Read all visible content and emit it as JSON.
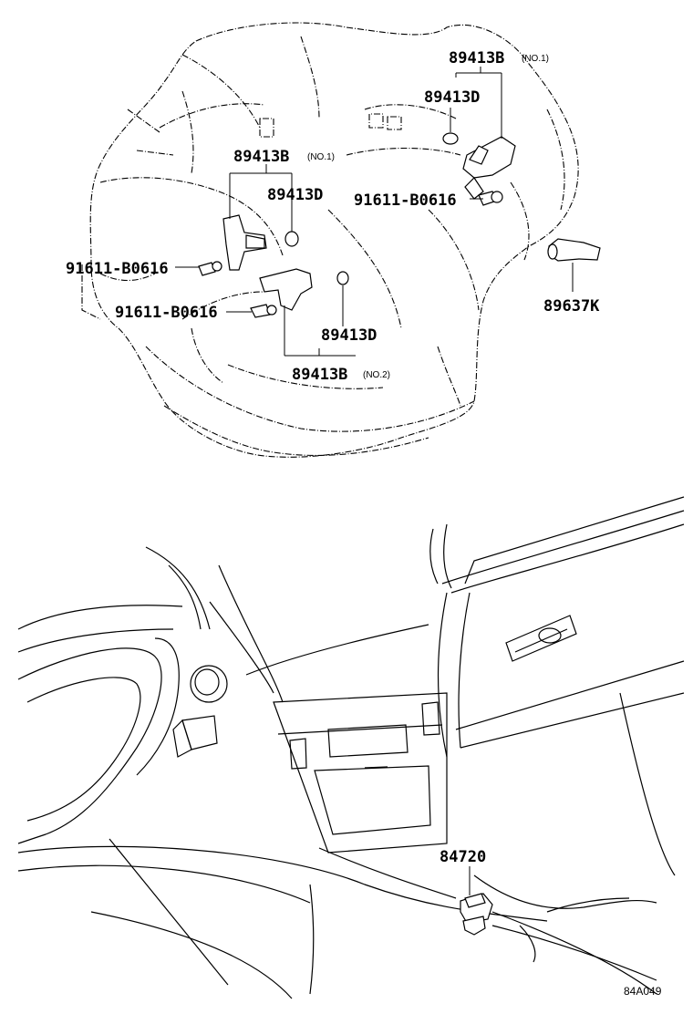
{
  "labels": {
    "top_right_sensor": "89413B",
    "top_right_sensor_note": "(NO.1)",
    "top_right_oring": "89413D",
    "left_sensor": "89413B",
    "left_sensor_note": "(NO.1)",
    "left_oring": "89413D",
    "right_bolt": "91611-B0616",
    "left_bolt_upper": "91611-B0616",
    "left_bolt_lower": "91611-B0616",
    "speed_sensor": "89637K",
    "lower_oring": "89413D",
    "lower_sensor": "89413B",
    "lower_sensor_note": "(NO.2)",
    "switch": "84720",
    "drawing_code": "84A049"
  }
}
